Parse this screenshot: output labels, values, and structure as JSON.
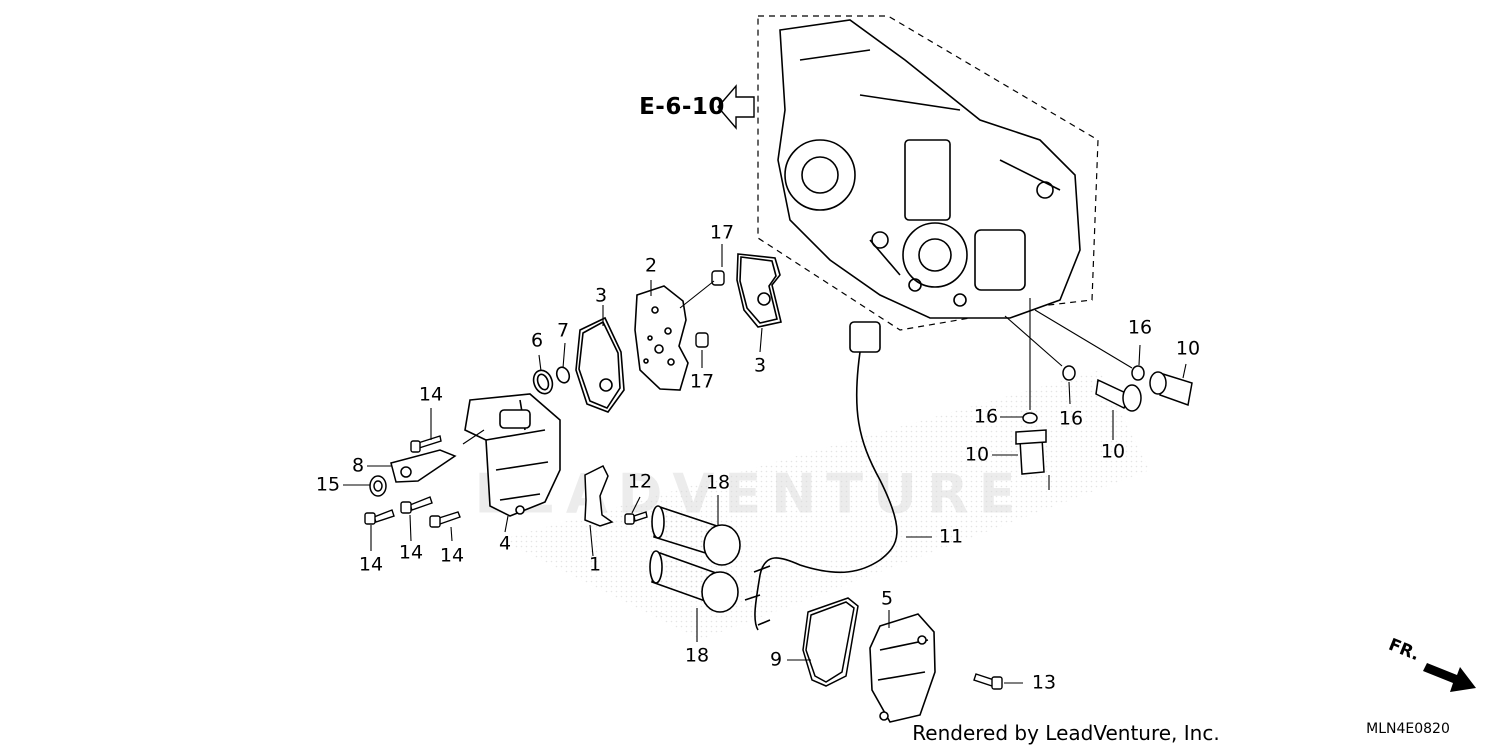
{
  "diagram": {
    "reference_label": "E-6-10",
    "direction_label": "FR.",
    "footer_text": "Rendered by LeadVenture, Inc.",
    "diagram_code": "MLN4E0820",
    "watermark_text": "LEADVENTURE",
    "callouts": [
      {
        "id": "c1",
        "text": "1"
      },
      {
        "id": "c2",
        "text": "2"
      },
      {
        "id": "c3a",
        "text": "3"
      },
      {
        "id": "c3b",
        "text": "3"
      },
      {
        "id": "c4",
        "text": "4"
      },
      {
        "id": "c5",
        "text": "5"
      },
      {
        "id": "c6",
        "text": "6"
      },
      {
        "id": "c7",
        "text": "7"
      },
      {
        "id": "c8",
        "text": "8"
      },
      {
        "id": "c9",
        "text": "9"
      },
      {
        "id": "c10a",
        "text": "10"
      },
      {
        "id": "c10b",
        "text": "10"
      },
      {
        "id": "c10c",
        "text": "10"
      },
      {
        "id": "c11",
        "text": "11"
      },
      {
        "id": "c12",
        "text": "12"
      },
      {
        "id": "c13",
        "text": "13"
      },
      {
        "id": "c14a",
        "text": "14"
      },
      {
        "id": "c14b",
        "text": "14"
      },
      {
        "id": "c14c",
        "text": "14"
      },
      {
        "id": "c14d",
        "text": "14"
      },
      {
        "id": "c15",
        "text": "15"
      },
      {
        "id": "c16a",
        "text": "16"
      },
      {
        "id": "c16b",
        "text": "16"
      },
      {
        "id": "c16c",
        "text": "16"
      },
      {
        "id": "c17a",
        "text": "17"
      },
      {
        "id": "c17b",
        "text": "17"
      },
      {
        "id": "c18a",
        "text": "18"
      },
      {
        "id": "c18b",
        "text": "18"
      }
    ]
  }
}
